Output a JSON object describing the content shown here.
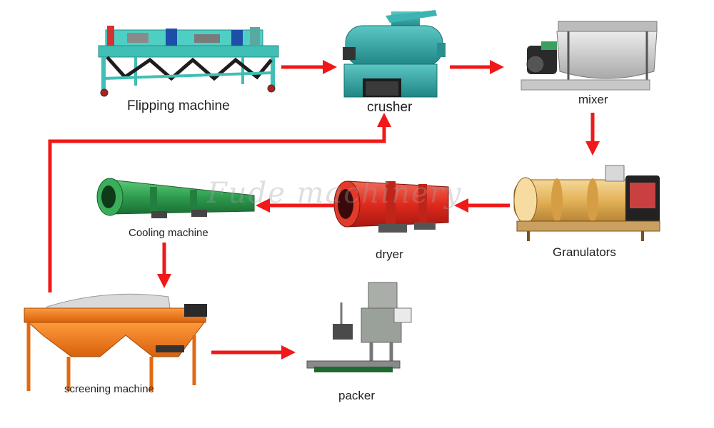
{
  "labels": {
    "flipping": "Flipping machine",
    "crusher": "crusher",
    "mixer": "mixer",
    "granulators": "Granulators",
    "dryer": "dryer",
    "cooling": "Cooling machine",
    "screening": "screening machine",
    "packer": "packer"
  },
  "watermark": "Fude machinery",
  "colors": {
    "arrow": "#f01818",
    "flipping": "#3fbfb5",
    "crusher": "#2ea3a3",
    "mixer": "#c9c9c9",
    "granulator": "#e8c06a",
    "dryer": "#e83a2a",
    "cooling": "#2e9c4e",
    "screening": "#f07c1e",
    "packer": "#9aa09a"
  },
  "flow": [
    "flipping -> crusher",
    "crusher -> mixer",
    "mixer -> granulators",
    "granulators -> dryer",
    "dryer -> cooling",
    "cooling -> screening",
    "screening -> crusher",
    "screening -> packer"
  ]
}
